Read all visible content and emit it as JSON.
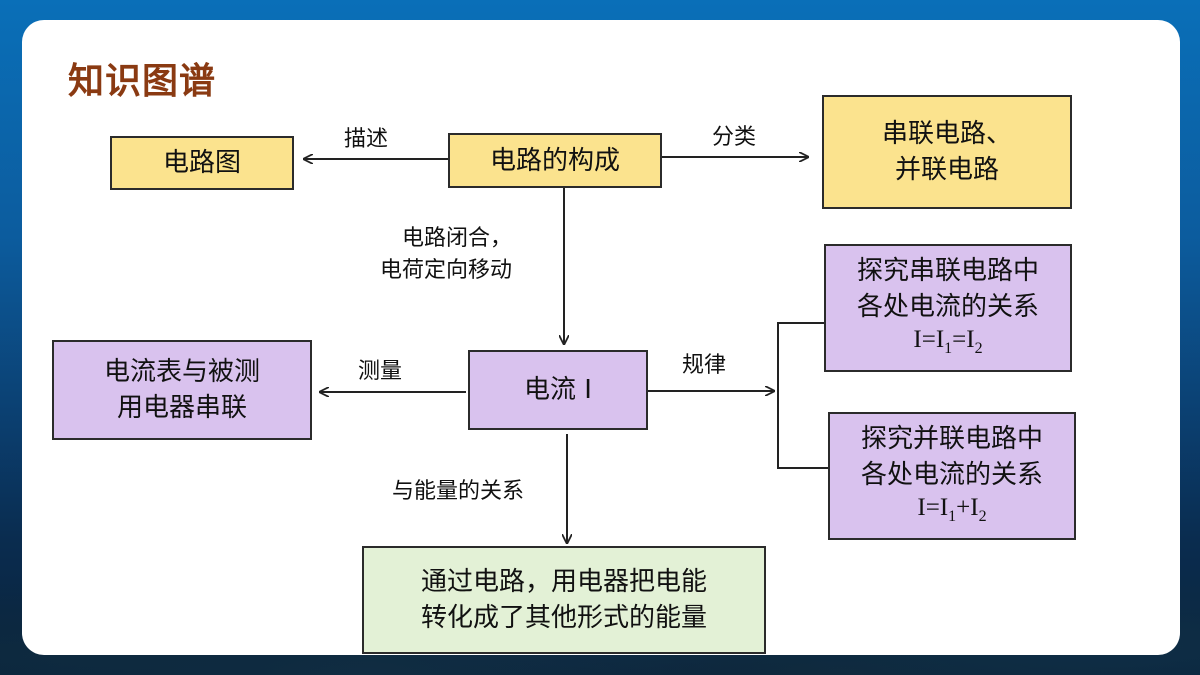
{
  "page": {
    "title": "知识图谱"
  },
  "nodes": {
    "circuit_diagram": "电路图",
    "circuit_composition": "电路的构成",
    "series_parallel": [
      "串联电路、",
      "并联电路"
    ],
    "current": "电流 I",
    "ammeter": [
      "电流表与被测",
      "用电器串联"
    ],
    "series_current": {
      "lines": [
        "探究串联电路中",
        "各处电流的关系"
      ],
      "formula": {
        "a": "I=I",
        "s1": "1",
        "b": "=I",
        "s2": "2"
      }
    },
    "parallel_current": {
      "lines": [
        "探究并联电路中",
        "各处电流的关系"
      ],
      "formula": {
        "a": "I=I",
        "s1": "1",
        "b": "+I",
        "s2": "2"
      }
    },
    "energy": [
      "通过电路，用电器把电能",
      "转化成了其他形式的能量"
    ]
  },
  "edges": {
    "describe": "描述",
    "classify": "分类",
    "closed_circuit": [
      "电路闭合，",
      "电荷定向移动"
    ],
    "measure": "测量",
    "law": "规律",
    "energy_relation": "与能量的关系"
  }
}
